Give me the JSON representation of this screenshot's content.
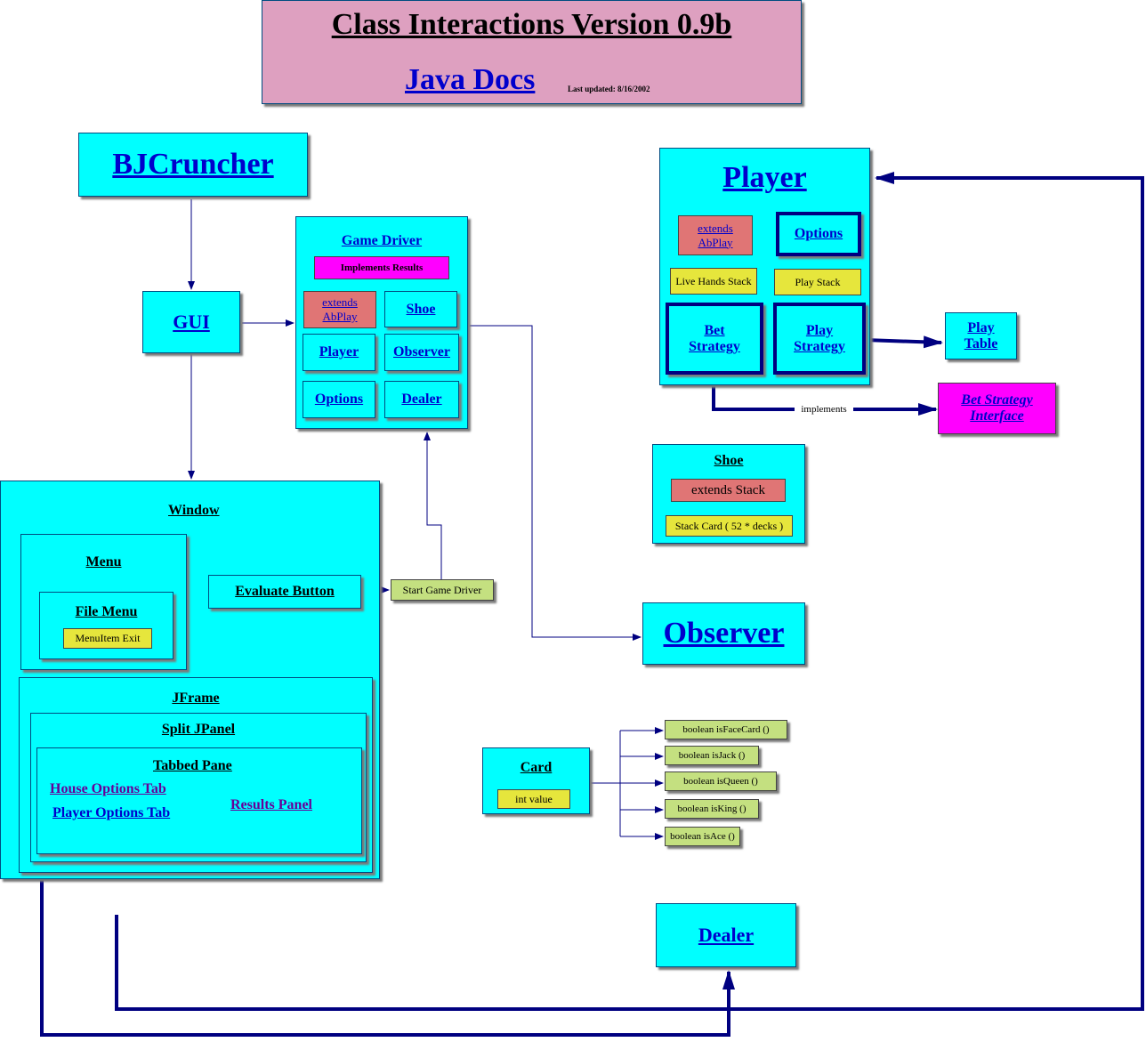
{
  "title": {
    "heading": "Class Interactions Version 0.9b",
    "java_docs": "Java Docs",
    "last_updated": "Last updated:  8/16/2002"
  },
  "bjcruncher": "BJCruncher",
  "gui": "GUI",
  "game_driver": {
    "title": "Game Driver",
    "implements": "Implements Results",
    "extends_line1": "extends",
    "extends_line2": "AbPlay",
    "shoe": "Shoe",
    "player": "Player",
    "observer": "Observer",
    "options": "Options",
    "dealer": "Dealer"
  },
  "window": {
    "title": "Window",
    "menu": "Menu",
    "file_menu": "File Menu",
    "menu_item_exit": "MenuItem Exit",
    "evaluate_button": "Evaluate Button",
    "start_game_driver": "Start Game Driver",
    "jframe": "JFrame",
    "split_jpanel": "Split JPanel",
    "tabbed_pane": "Tabbed Pane",
    "house_options_tab": "House Options Tab",
    "player_options_tab": "Player Options Tab",
    "results_panel": "Results Panel"
  },
  "player": {
    "title": "Player",
    "extends_line1": "extends",
    "extends_line2": "AbPlay",
    "options": "Options",
    "live_hands_stack": "Live Hands Stack",
    "play_stack": "Play Stack",
    "bet_strategy_line1": "Bet",
    "bet_strategy_line2": "Strategy",
    "play_strategy_line1": "Play",
    "play_strategy_line2": "Strategy"
  },
  "play_table_line1": "Play",
  "play_table_line2": "Table",
  "bet_strategy_interface_line1": "Bet Strategy",
  "bet_strategy_interface_line2": "Interface",
  "implements_label": "implements",
  "shoe": {
    "title": "Shoe",
    "extends_stack": "extends Stack",
    "stack_card": "Stack Card ( 52 * decks )"
  },
  "observer": "Observer",
  "card": {
    "title": "Card",
    "int_value": "int value",
    "methods": [
      "boolean isFaceCard ()",
      "boolean isJack ()",
      "boolean isQueen ()",
      "boolean isKing ()",
      "boolean isAce ()"
    ]
  },
  "dealer": "Dealer",
  "colors": {
    "box_fill": "#00ffff",
    "title_fill": "#dea0c0",
    "link": "#0000cc",
    "connector": "#000080",
    "extends_fill": "#e07575",
    "stack_fill": "#e6e63c",
    "method_fill": "#c4e080",
    "interface_fill": "#ff00ff"
  }
}
